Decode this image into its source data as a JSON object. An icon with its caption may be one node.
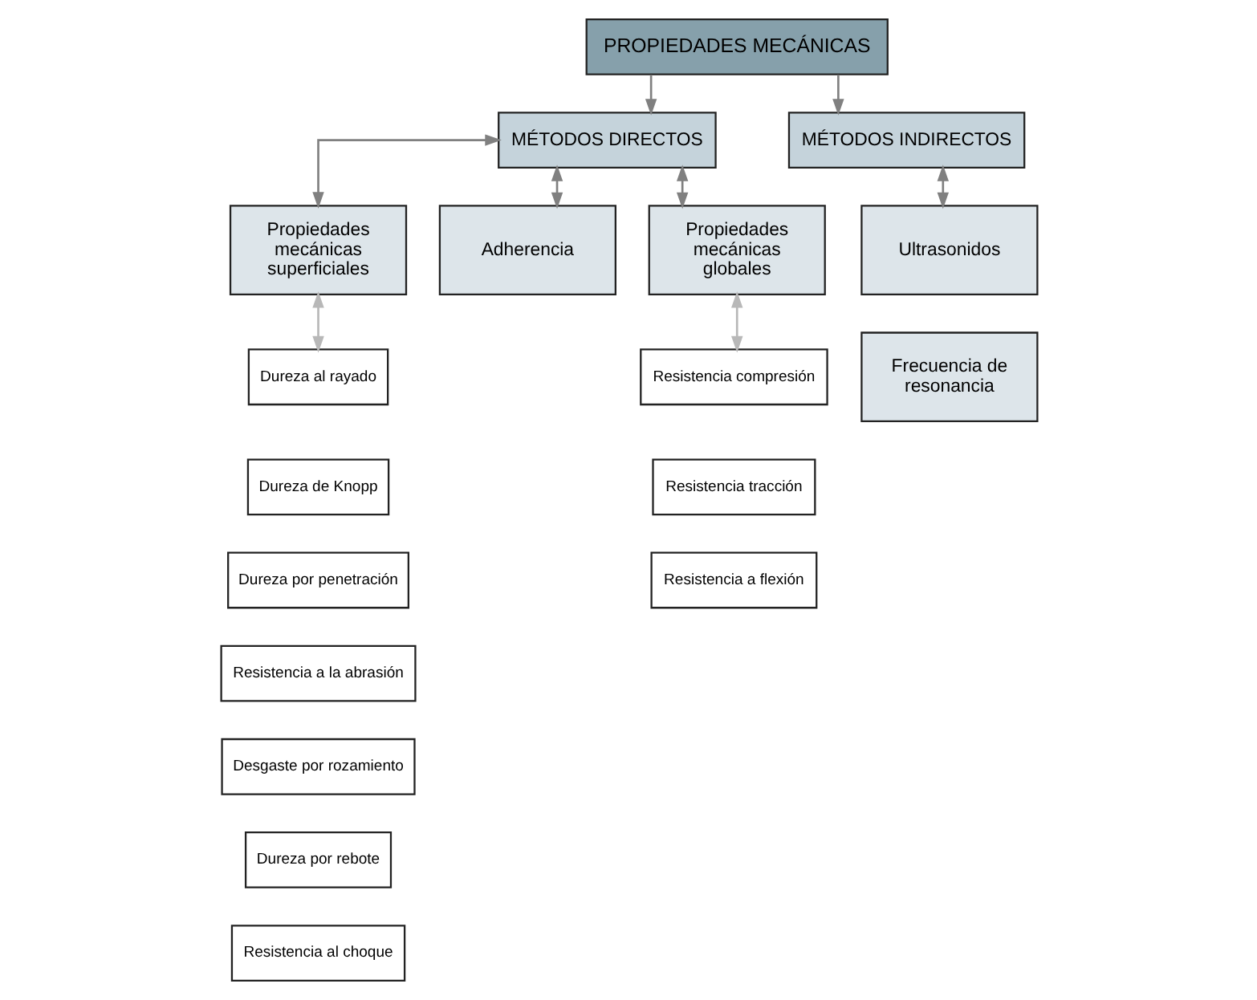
{
  "diagram": {
    "nodes": [
      {
        "text": [
          "PROPIEDADES MECÁNICAS"
        ]
      },
      {
        "text": [
          "MÉTODOS DIRECTOS"
        ]
      },
      {
        "text": [
          "MÉTODOS INDIRECTOS"
        ]
      },
      {
        "text": [
          "Propiedades mecánicas superficiales"
        ]
      },
      {
        "text": [
          "Adherencia"
        ]
      },
      {
        "text": [
          "Propiedades mecánicas globales"
        ]
      },
      {
        "text": [
          "Ultrasonidos"
        ]
      },
      {
        "text": [
          "Frecuencia de resonancia"
        ]
      },
      {
        "text": [
          "Dureza al rayado"
        ]
      },
      {
        "text": [
          "Dureza de Knopp"
        ]
      },
      {
        "text": [
          "Dureza por penetración"
        ]
      },
      {
        "text": [
          "Resistencia a la abrasión"
        ]
      },
      {
        "text": [
          "Desgaste por rozamiento"
        ]
      },
      {
        "text": [
          "Dureza por rebote"
        ]
      },
      {
        "text": [
          "Resistencia al choque"
        ]
      },
      {
        "text": [
          "Resistencia compresión"
        ]
      },
      {
        "text": [
          "Resistencia tracción"
        ]
      },
      {
        "text": [
          "Resistencia a flexión"
        ]
      }
    ],
    "edges": [
      {
        "from": 0,
        "to": 1,
        "arrow": "to"
      },
      {
        "from": 0,
        "to": 2,
        "arrow": "to"
      },
      {
        "from": 1,
        "to": 3,
        "arrow": "both"
      },
      {
        "from": 1,
        "to": 4,
        "arrow": "both"
      },
      {
        "from": 1,
        "to": 5,
        "arrow": "both"
      },
      {
        "from": 2,
        "to": 6,
        "arrow": "both"
      },
      {
        "from": 3,
        "to": 8,
        "arrow": "both",
        "color": "#b8b8b8"
      },
      {
        "from": 5,
        "to": 15,
        "arrow": "both",
        "color": "#b8b8b8"
      }
    ]
  }
}
